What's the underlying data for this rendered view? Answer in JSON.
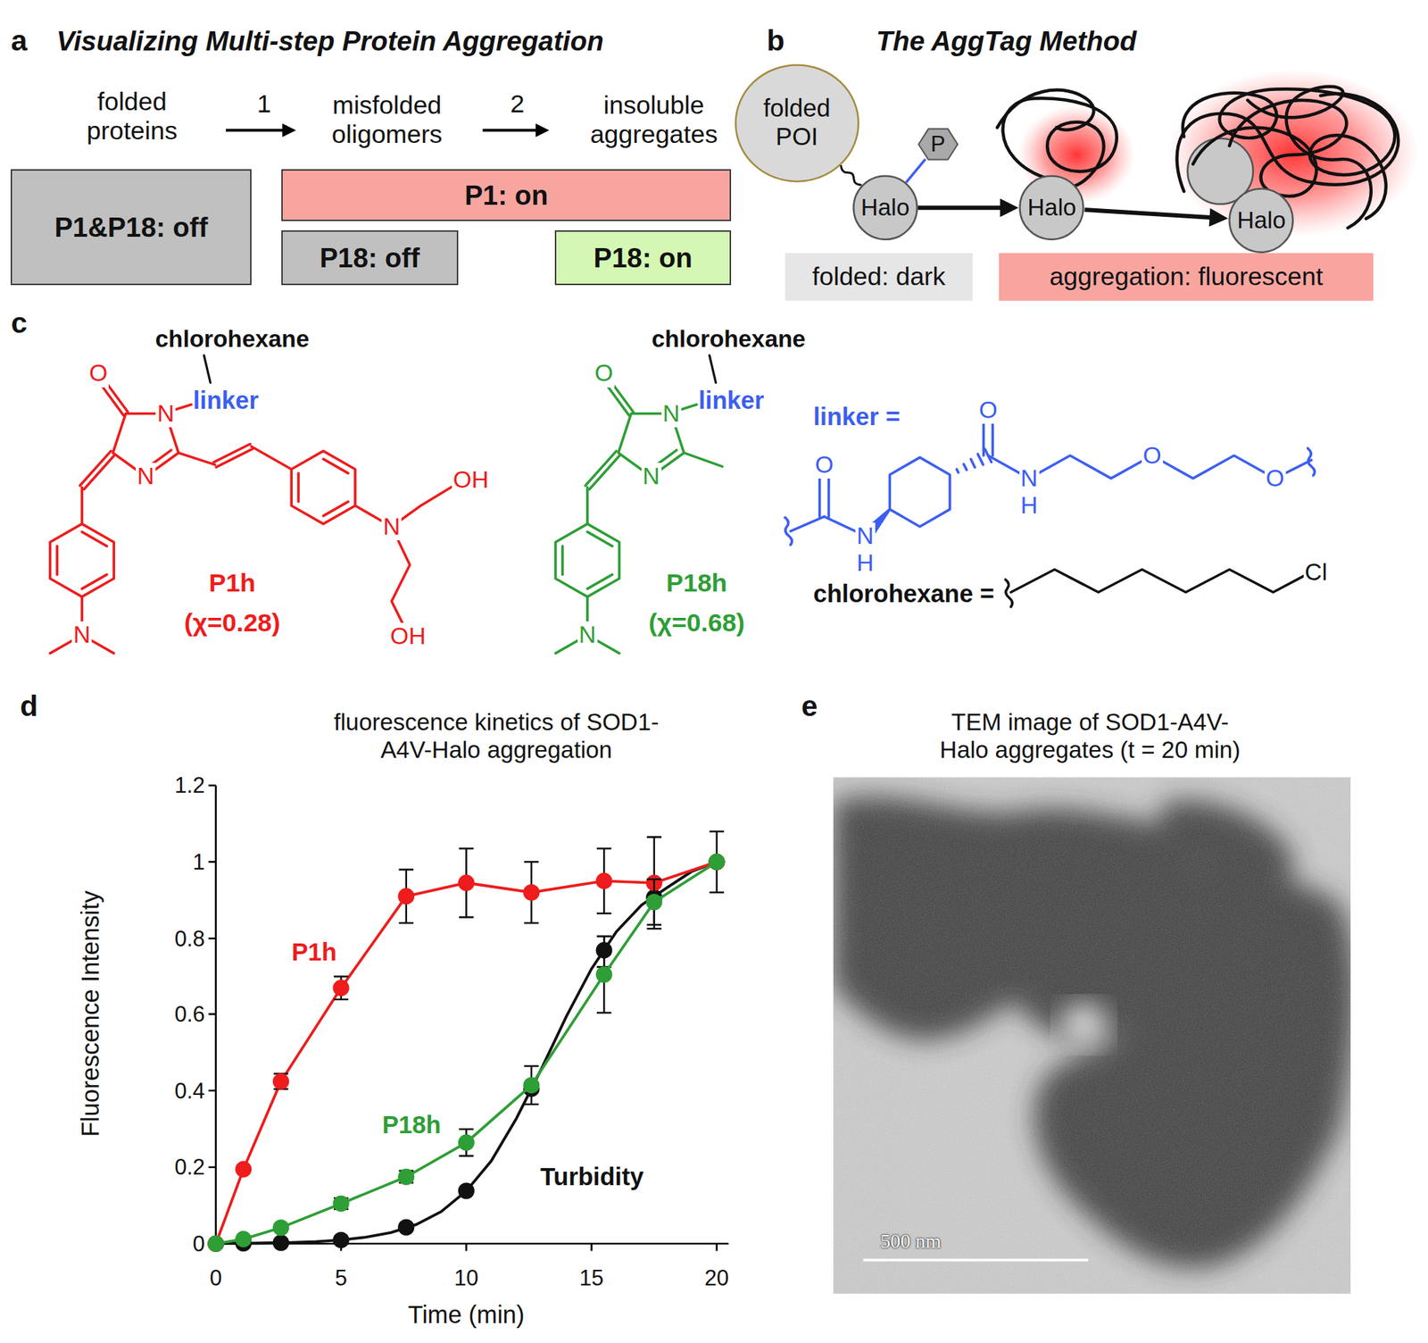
{
  "diagram": {
    "nodes": [
      {
        "text": [
          "P1&P18: off"
        ]
      },
      {
        "text": [
          "P1: on"
        ]
      },
      {
        "text": [
          "P18: off"
        ]
      },
      {
        "text": [
          "P18: on"
        ]
      },
      {
        "text": [
          "folded POI"
        ]
      },
      {
        "text": [
          "Halo"
        ]
      },
      {
        "text": [
          "P"
        ]
      },
      {
        "text": [
          "Halo"
        ]
      },
      {
        "text": [
          "Halo"
        ]
      },
      {
        "text": [
          "folded: dark"
        ]
      },
      {
        "text": [
          "aggregation: fluorescent"
        ]
      }
    ],
    "edges": [
      {
        "from": 4,
        "to": 5,
        "arrow": "none"
      },
      {
        "from": 5,
        "to": 6,
        "arrow": "none"
      },
      {
        "from": 5,
        "to": 7,
        "arrow": "to"
      },
      {
        "from": 7,
        "to": 8,
        "arrow": "to"
      }
    ],
    "labels": [
      "a",
      "Visualizing Multi-step Protein Aggregation",
      "folded proteins",
      "1",
      "misfolded oligomers",
      "2",
      "insoluble aggregates",
      "b",
      "The AggTag Method",
      "c",
      "chlorohexane",
      "linker",
      "O",
      "N",
      "N",
      "N",
      "N",
      "OH",
      "OH",
      "P1h",
      "(χ=0.28)",
      "chlorohexane",
      "linker",
      "O",
      "N",
      "N",
      "N",
      "P18h",
      "(χ=0.68)",
      "linker =",
      "O",
      "N",
      "H",
      "O",
      "N",
      "H",
      "O",
      "O",
      "chlorohexane =",
      "Cl",
      "d",
      "fluorescence kinetics of SOD1- A4V-Halo aggregation",
      "1.2",
      "1",
      "0.8",
      "0.6",
      "0.4",
      "0.2",
      "0",
      "Fluorescence Intensity",
      "0",
      "5",
      "10",
      "15",
      "20",
      "Time (min)",
      "P1h",
      "P18h",
      "Turbidity",
      "e",
      "TEM image of SOD1-A4V- Halo aggregates (t = 20 min)",
      "500 nm"
    ]
  }
}
